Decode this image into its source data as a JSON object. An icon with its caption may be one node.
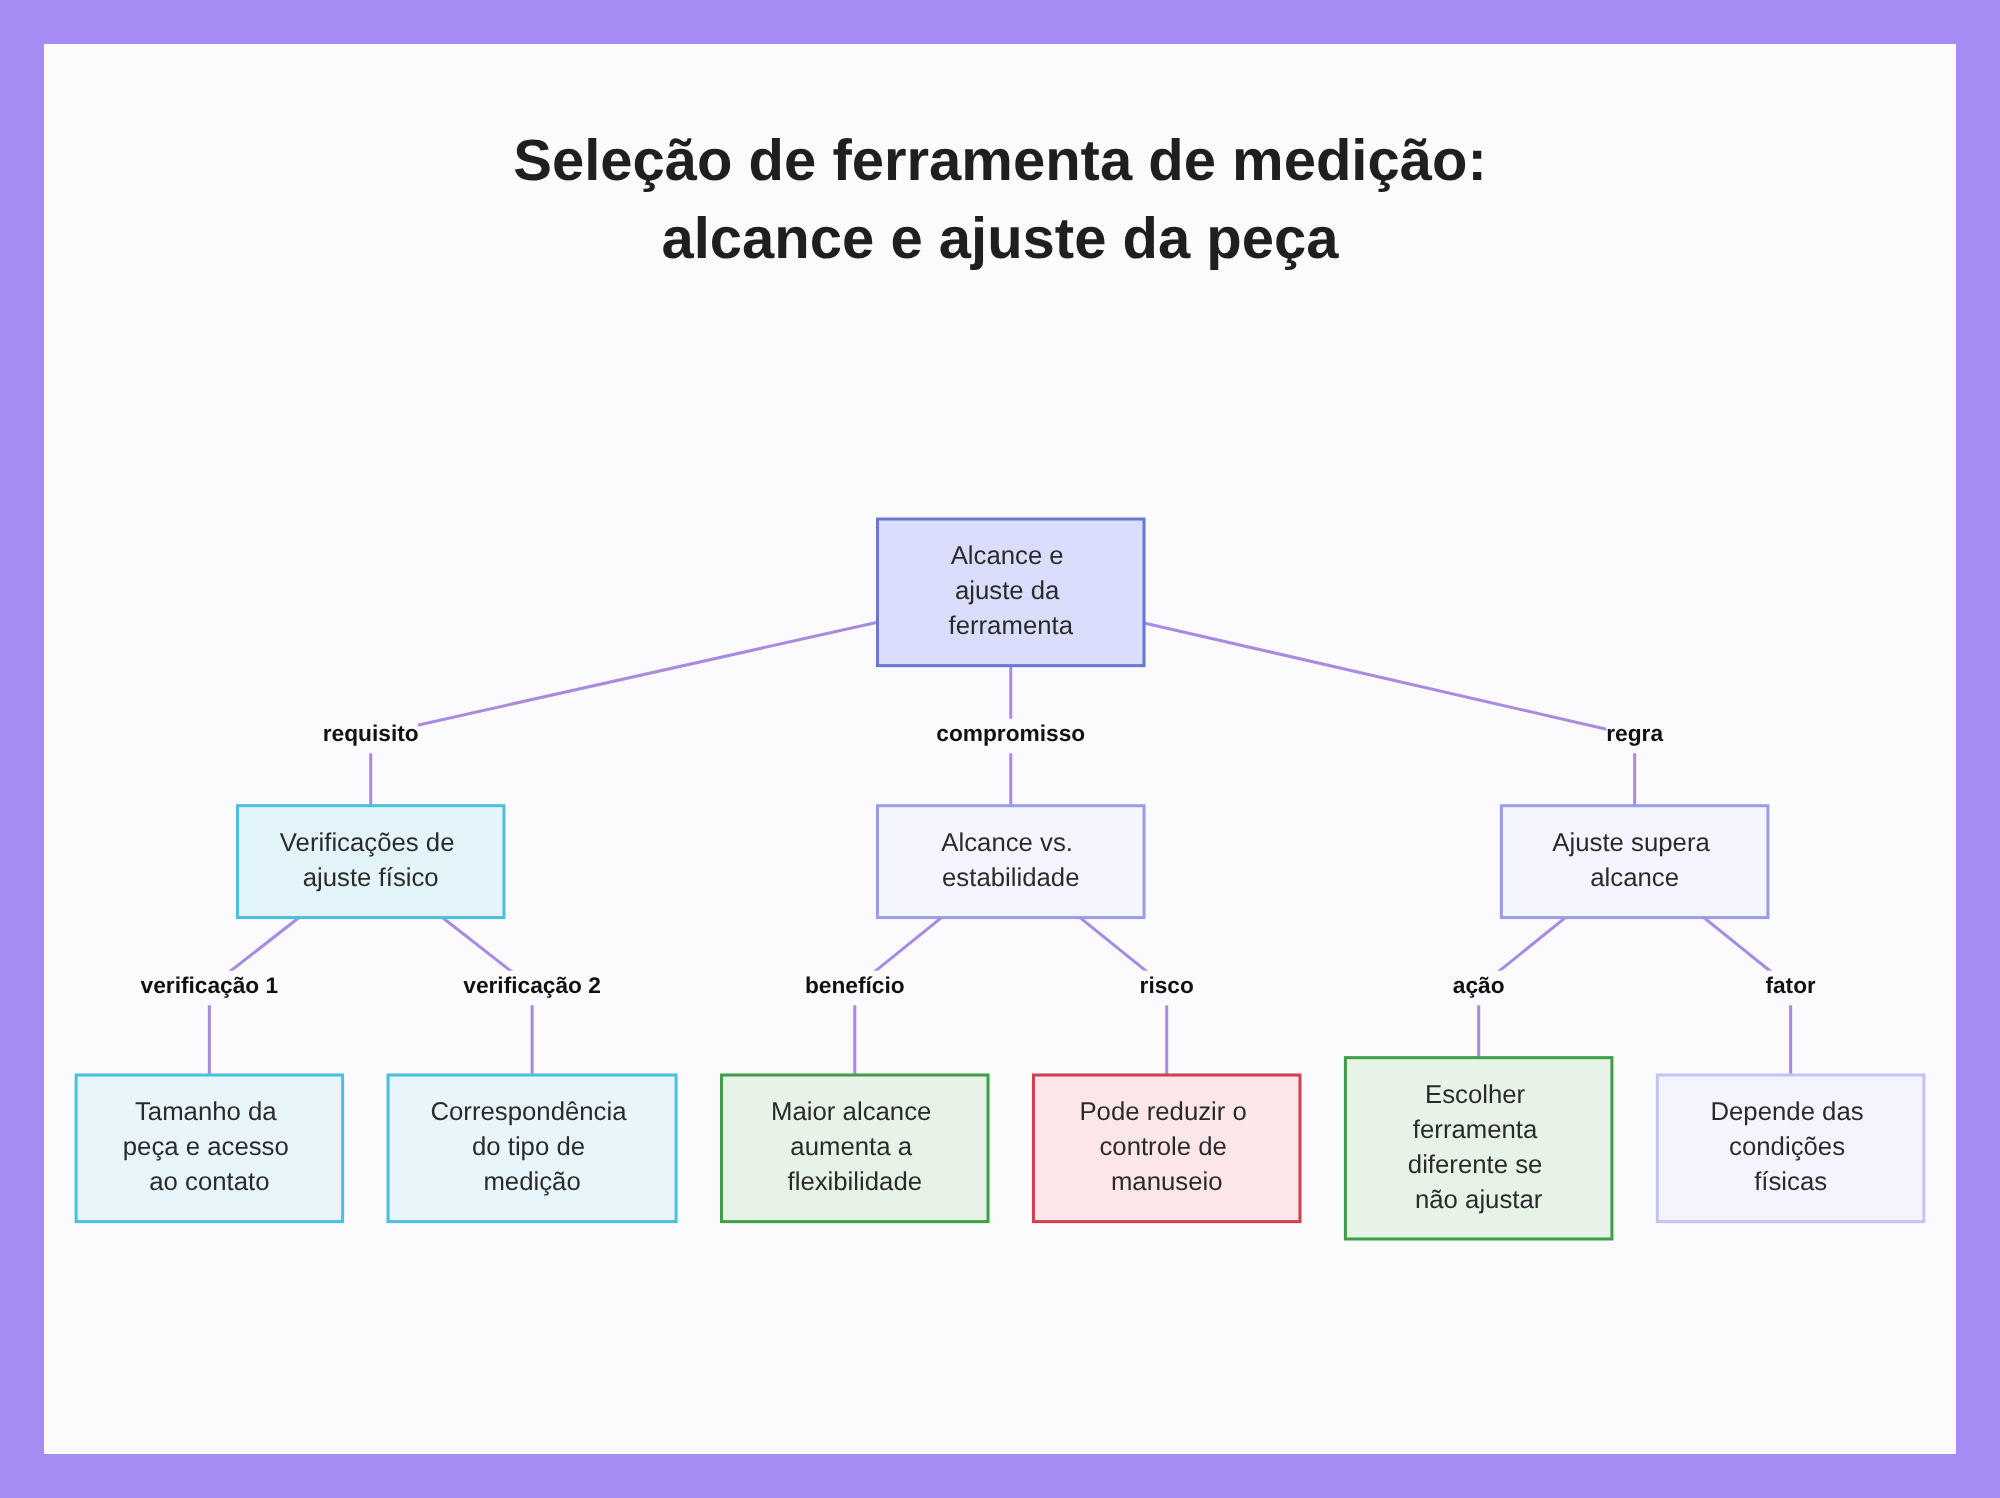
{
  "diagram": {
    "title": "Seleção de ferramenta de medição: alcance e ajuste da peça",
    "nodes": [
      {
        "text": [
          "Alcance e ajuste da ferramenta"
        ]
      },
      {
        "text": [
          "Verificações de ajuste físico"
        ]
      },
      {
        "text": [
          "Alcance vs. estabilidade"
        ]
      },
      {
        "text": [
          "Ajuste supera alcance"
        ]
      },
      {
        "text": [
          "Tamanho da peça e acesso ao contato"
        ]
      },
      {
        "text": [
          "Correspondência do tipo de medição"
        ]
      },
      {
        "text": [
          "Maior alcance aumenta a flexibilidade"
        ]
      },
      {
        "text": [
          "Pode reduzir o controle de manuseio"
        ]
      },
      {
        "text": [
          "Escolher ferramenta diferente se não ajustar"
        ]
      },
      {
        "text": [
          "Depende das condições físicas"
        ]
      }
    ],
    "edges": [
      {
        "from": 0,
        "to": 1,
        "arrow": "none",
        "label": "requisito"
      },
      {
        "from": 0,
        "to": 2,
        "arrow": "none",
        "label": "compromisso"
      },
      {
        "from": 0,
        "to": 3,
        "arrow": "none",
        "label": "regra"
      },
      {
        "from": 1,
        "to": 4,
        "arrow": "none",
        "label": "verificação 1"
      },
      {
        "from": 1,
        "to": 5,
        "arrow": "none",
        "label": "verificação 2"
      },
      {
        "from": 2,
        "to": 6,
        "arrow": "none",
        "label": "benefício"
      },
      {
        "from": 2,
        "to": 7,
        "arrow": "none",
        "label": "risco"
      },
      {
        "from": 3,
        "to": 8,
        "arrow": "none",
        "label": "ação"
      },
      {
        "from": 3,
        "to": 9,
        "arrow": "none",
        "label": "fator"
      }
    ]
  }
}
